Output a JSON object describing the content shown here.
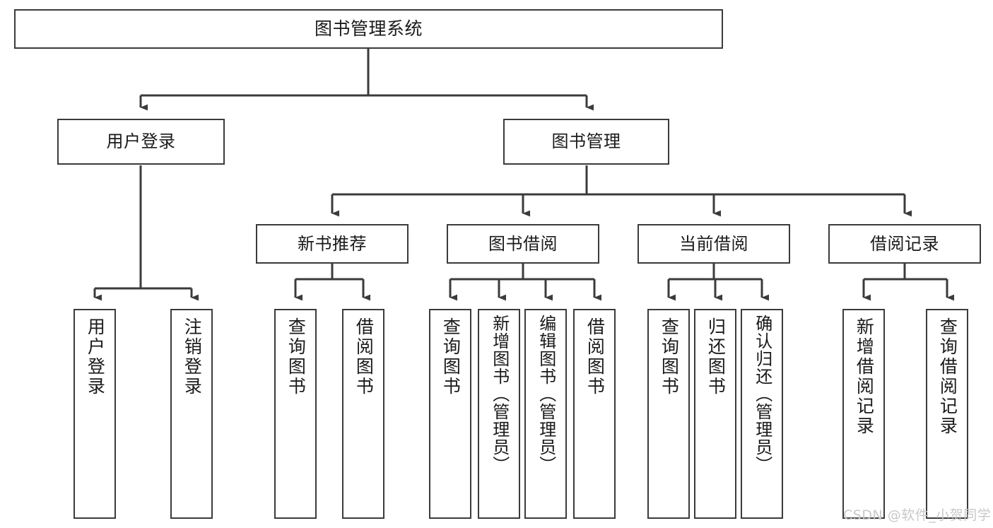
{
  "diagram": {
    "title": "图书管理系统",
    "type": "hierarchy-tree",
    "watermark": "CSDN @软件_小贺同学",
    "colors": {
      "box_border": "#3b3b3b",
      "box_fill": "#ffffff",
      "connector": "#3b3b3b",
      "text": "#1a1a1a",
      "watermark": "#c8c8c8"
    },
    "levels": {
      "level1": [
        {
          "id": "root",
          "label": "图书管理系统"
        }
      ],
      "level2": [
        {
          "id": "user-login",
          "label": "用户登录"
        },
        {
          "id": "book-manage",
          "label": "图书管理"
        }
      ],
      "level3": [
        {
          "id": "new-book-recommend",
          "label": "新书推荐"
        },
        {
          "id": "book-borrow",
          "label": "图书借阅"
        },
        {
          "id": "current-borrow",
          "label": "当前借阅"
        },
        {
          "id": "borrow-record",
          "label": "借阅记录"
        }
      ],
      "level4": {
        "user-login": [
          {
            "id": "leaf-user-login",
            "label": "用户登录"
          },
          {
            "id": "leaf-user-logout",
            "label": "注销登录"
          }
        ],
        "new-book-recommend": [
          {
            "id": "leaf-query-book-1",
            "label": "查询图书"
          },
          {
            "id": "leaf-borrow-book-1",
            "label": "借阅图书"
          }
        ],
        "book-borrow": [
          {
            "id": "leaf-query-book-2",
            "label": "查询图书"
          },
          {
            "id": "leaf-add-book",
            "label": "新增图书（管理员）"
          },
          {
            "id": "leaf-edit-book",
            "label": "编辑图书（管理员）"
          },
          {
            "id": "leaf-borrow-book-2",
            "label": "借阅图书"
          }
        ],
        "current-borrow": [
          {
            "id": "leaf-query-book-3",
            "label": "查询图书"
          },
          {
            "id": "leaf-return-book",
            "label": "归还图书"
          },
          {
            "id": "leaf-confirm-return",
            "label": "确认归还（管理员）"
          }
        ],
        "borrow-record": [
          {
            "id": "leaf-add-record",
            "label": "新增借阅记录"
          },
          {
            "id": "leaf-query-record",
            "label": "查询借阅记录"
          }
        ]
      }
    }
  }
}
